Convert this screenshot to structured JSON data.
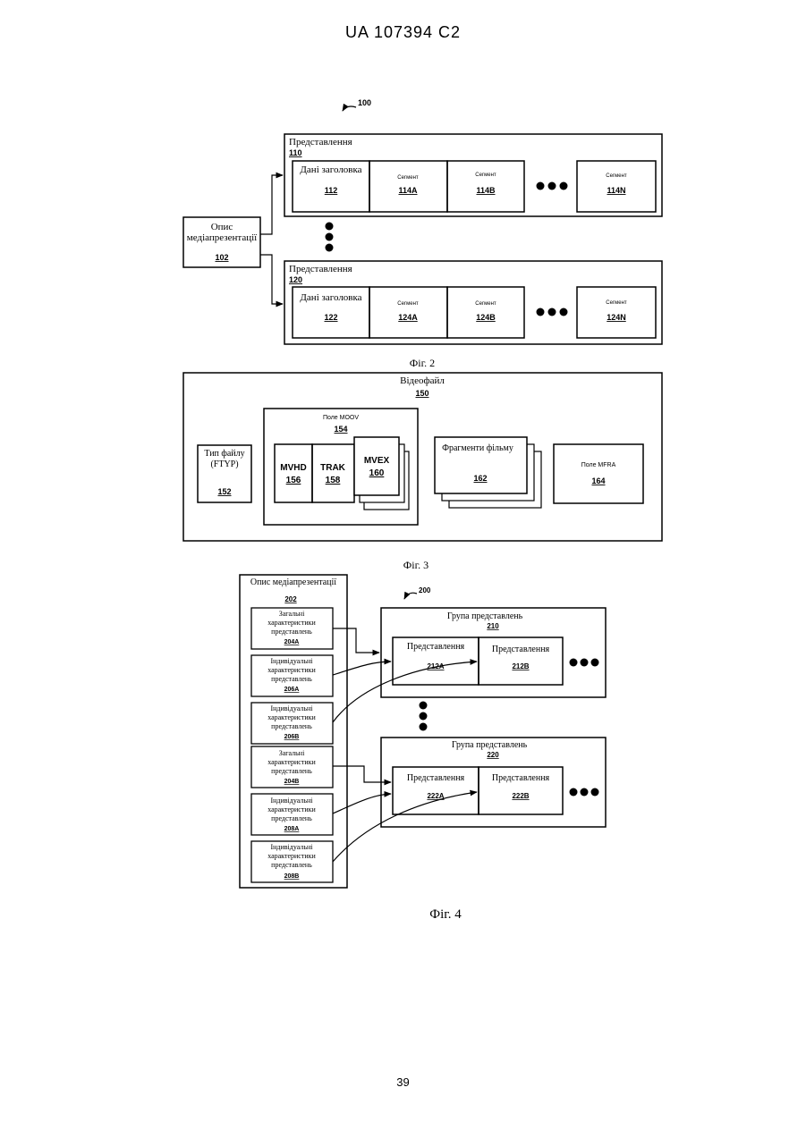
{
  "header": "UA   107394   C2",
  "page_number": "39",
  "fig2": {
    "ref": "100",
    "caption": "Фіг. 2",
    "mpd": {
      "line1": "Опис",
      "line2": "медіапрезентації",
      "num": "102"
    },
    "rep1": {
      "label": "Представлення",
      "num": "110",
      "header_label": "Дані заголовка",
      "header_num": "112",
      "segments": [
        {
          "label": "Сегмент",
          "num": "114A"
        },
        {
          "label": "Сегмент",
          "num": "114B"
        },
        {
          "label": "Сегмент",
          "num": "114N"
        }
      ]
    },
    "rep2": {
      "label": "Представлення",
      "num": "120",
      "header_label": "Дані заголовка",
      "header_num": "122",
      "segments": [
        {
          "label": "Сегмент",
          "num": "124A"
        },
        {
          "label": "Сегмент",
          "num": "124B"
        },
        {
          "label": "Сегмент",
          "num": "124N"
        }
      ]
    }
  },
  "fig3": {
    "caption": "Фіг. 3",
    "video": {
      "label": "Відеофайл",
      "num": "150"
    },
    "ftyp": {
      "line1": "Тип файлу",
      "line2": "(FTYP)",
      "num": "152"
    },
    "moov": {
      "label": "Поле MOOV",
      "num": "154"
    },
    "mvhd": {
      "label": "MVHD",
      "num": "156"
    },
    "trak": {
      "label": "TRAK",
      "num": "158"
    },
    "mvex": {
      "label": "MVEX",
      "num": "160"
    },
    "fragments": {
      "label": "Фрагменти фільму",
      "num": "162"
    },
    "mfra": {
      "label": "Поле MFRA",
      "num": "164"
    }
  },
  "fig4": {
    "caption": "Фіг. 4",
    "ref": "200",
    "mpd": {
      "label": "Опис медіапрезентації",
      "num": "202"
    },
    "items": [
      {
        "l1": "Загальні",
        "l2": "характеристики",
        "l3": "представлень",
        "num": "204A"
      },
      {
        "l1": "Індивідуальні",
        "l2": "характеристики",
        "l3": "представлень",
        "num": "206A"
      },
      {
        "l1": "Індивідуальні",
        "l2": "характеристики",
        "l3": "представлень",
        "num": "206B"
      },
      {
        "l1": "Загальні",
        "l2": "характеристики",
        "l3": "представлень",
        "num": "204B"
      },
      {
        "l1": "Індивідуальні",
        "l2": "характеристики",
        "l3": "представлень",
        "num": "208A"
      },
      {
        "l1": "Індивідуальні",
        "l2": "характеристики",
        "l3": "представлень",
        "num": "208B"
      }
    ],
    "group1": {
      "label": "Група представлень",
      "num": "210",
      "reps": [
        {
          "label": "Представлення",
          "num": "212A"
        },
        {
          "label": "Представлення",
          "num": "212B"
        }
      ]
    },
    "group2": {
      "label": "Група представлень",
      "num": "220",
      "reps": [
        {
          "label": "Представлення",
          "num": "222A"
        },
        {
          "label": "Представлення",
          "num": "222B"
        }
      ]
    }
  }
}
